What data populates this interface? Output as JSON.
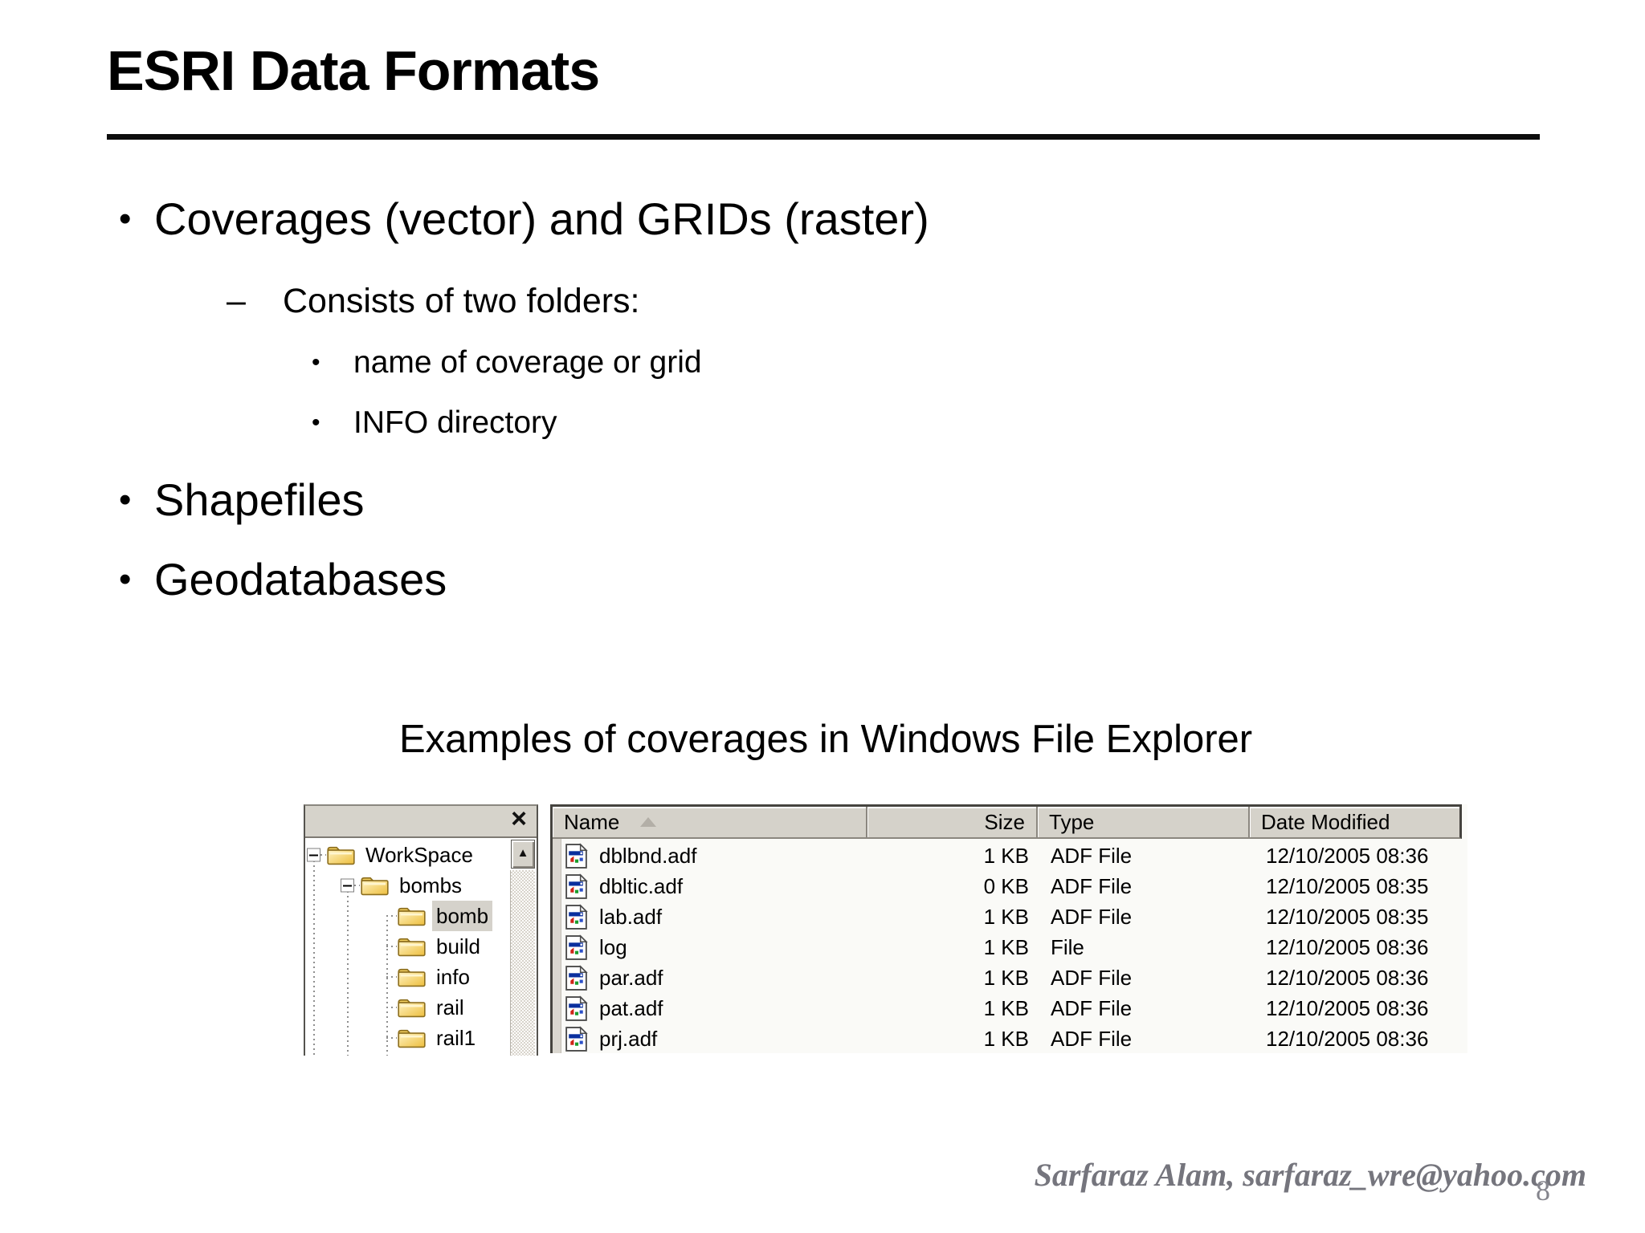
{
  "slide": {
    "title": "ESRI Data Formats",
    "bullets": [
      {
        "level": 1,
        "marker": "•",
        "text": "Coverages (vector) and GRIDs (raster)"
      },
      {
        "level": 2,
        "marker": "–",
        "text": "Consists of two folders:"
      },
      {
        "level": 3,
        "marker": "•",
        "text": "name of coverage or grid"
      },
      {
        "level": 3,
        "marker": "•",
        "text": "INFO directory"
      },
      {
        "level": 1,
        "marker": "•",
        "text": "Shapefiles"
      },
      {
        "level": 1,
        "marker": "•",
        "text": "Geodatabases"
      }
    ],
    "caption": "Examples of coverages in Windows File Explorer",
    "footer": "Sarfaraz Alam, sarfaraz_wre@yahoo.com",
    "page_number": "8"
  },
  "explorer": {
    "tree_panel": {
      "close_icon": "×",
      "scroll_up_icon": "▲",
      "items": [
        {
          "label": "WorkSpace",
          "level": 0,
          "expander": "-",
          "selected": false
        },
        {
          "label": "bombs",
          "level": 1,
          "expander": "-",
          "selected": false
        },
        {
          "label": "bomb",
          "level": 2,
          "selected": true
        },
        {
          "label": "build",
          "level": 2,
          "selected": false
        },
        {
          "label": "info",
          "level": 2,
          "selected": false
        },
        {
          "label": "rail",
          "level": 2,
          "selected": false
        },
        {
          "label": "rail1",
          "level": 2,
          "selected": false
        }
      ]
    },
    "file_list": {
      "columns": [
        {
          "label": "Name",
          "sort": "asc"
        },
        {
          "label": "Size"
        },
        {
          "label": "Type"
        },
        {
          "label": "Date Modified"
        }
      ],
      "rows": [
        {
          "name": "dblbnd.adf",
          "size": "1 KB",
          "type": "ADF File",
          "date_modified": "12/10/2005 08:36"
        },
        {
          "name": "dbltic.adf",
          "size": "0 KB",
          "type": "ADF File",
          "date_modified": "12/10/2005 08:35"
        },
        {
          "name": "lab.adf",
          "size": "1 KB",
          "type": "ADF File",
          "date_modified": "12/10/2005 08:35"
        },
        {
          "name": "log",
          "size": "1 KB",
          "type": "File",
          "date_modified": "12/10/2005 08:36"
        },
        {
          "name": "par.adf",
          "size": "1 KB",
          "type": "ADF File",
          "date_modified": "12/10/2005 08:36"
        },
        {
          "name": "pat.adf",
          "size": "1 KB",
          "type": "ADF File",
          "date_modified": "12/10/2005 08:36"
        },
        {
          "name": "prj.adf",
          "size": "1 KB",
          "type": "ADF File",
          "date_modified": "12/10/2005 08:36"
        }
      ]
    }
  },
  "colors": {
    "header_gray": "#d5d2ca",
    "selection_gray": "#d5d2cb",
    "folder_yellow": "#edbe3e",
    "list_bg": "#fafaf7",
    "footer_gray": "#75757d",
    "icon_titlebar_blue": "#0a2f9e"
  }
}
